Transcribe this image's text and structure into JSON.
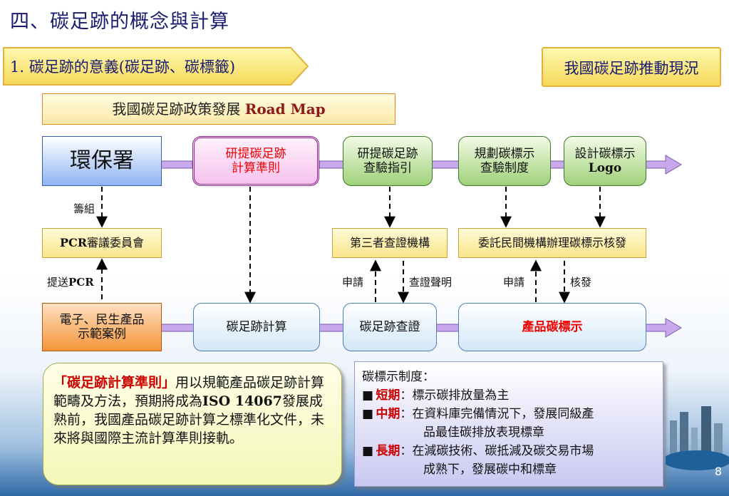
{
  "header": {
    "title": "四、碳足跡的概念與計算",
    "section_left": "1. 碳足跡的意義(碳足跡、碳標籤)",
    "section_right": "我國碳足跡推動現況"
  },
  "roadmap": {
    "title_zh": "我國碳足跡政策發展",
    "title_en": "Road Map"
  },
  "diagram": {
    "epa": "環保署",
    "step1_line1": "研提碳足跡",
    "step1_line2": "計算準則",
    "step2_line1": "研提碳足跡",
    "step2_line2": "查驗指引",
    "step3_line1": "規劃碳標示",
    "step3_line2": "查驗制度",
    "step4_line1": "設計碳標示",
    "step4_line2": "Logo",
    "pcr_en": "PCR",
    "pcr_zh": "審議委員會",
    "third_party": "第三者查證機構",
    "delegate": "委託民間機構辦理碳標示核發",
    "cases_line1": "電子、民生產品",
    "cases_line2": "示範案例",
    "calc": "碳足跡計算",
    "verify": "碳足跡查證",
    "label": "產品碳標示",
    "lbl_organize": "籌組",
    "lbl_submit_zh": "提送",
    "lbl_submit_en": "PCR",
    "lbl_apply1": "申請",
    "lbl_statement": "查證聲明",
    "lbl_apply2": "申請",
    "lbl_issue": "核發"
  },
  "note_left": {
    "quote": "「碳足跡計算準則」",
    "t1": "用以規範產品碳足跡計算範疇及方法，預期將成為",
    "iso": "ISO 14067",
    "t2": "發展成熟前，我國產品碳足跡計算之標準化文件，未來將與國際主流計算準則接軌。"
  },
  "note_right": {
    "heading": "碳標示制度：",
    "items": [
      {
        "term": "短期",
        "text": "：標示碳排放量為主",
        "cont": ""
      },
      {
        "term": "中期",
        "text": "：在資料庫完備情況下，發展同級產",
        "cont": "品最佳碳排放表現標章"
      },
      {
        "term": "長期",
        "text": "：在減碳技術、碳抵減及碳交易市場",
        "cont": "成熟下，發展碳中和標章"
      }
    ]
  },
  "page_number": "8",
  "colors": {
    "accent_red": "#cc0000",
    "navy": "#1a1a6e",
    "arrow": "#a88ad8"
  }
}
